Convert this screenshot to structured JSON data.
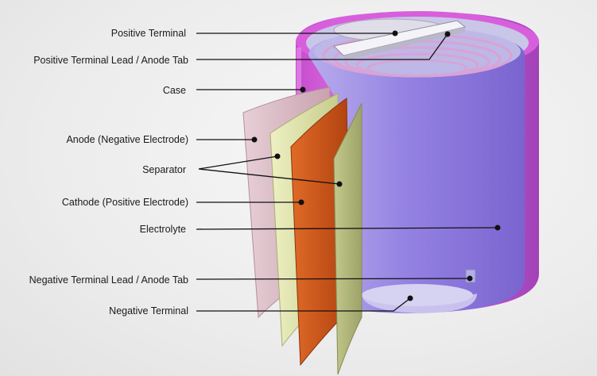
{
  "labels": {
    "positive_terminal": "Positive Terminal",
    "positive_lead": "Positive Terminal Lead / Anode Tab",
    "case": "Case",
    "anode": "Anode (Negative Electrode)",
    "separator": "Separator",
    "cathode": "Cathode (Positive Electrode)",
    "electrolyte": "Electrolyte",
    "negative_lead": "Negative Terminal Lead / Anode Tab",
    "negative_terminal": "Negative Terminal"
  },
  "colors": {
    "case": "#d24fd6",
    "electrolyte": "#8f7fe0",
    "anode": "#d8b5c0",
    "separator": "#d9dea0",
    "cathode": "#d2581c",
    "separator_dark": "#a9ae78",
    "leader_line": "#111111"
  }
}
